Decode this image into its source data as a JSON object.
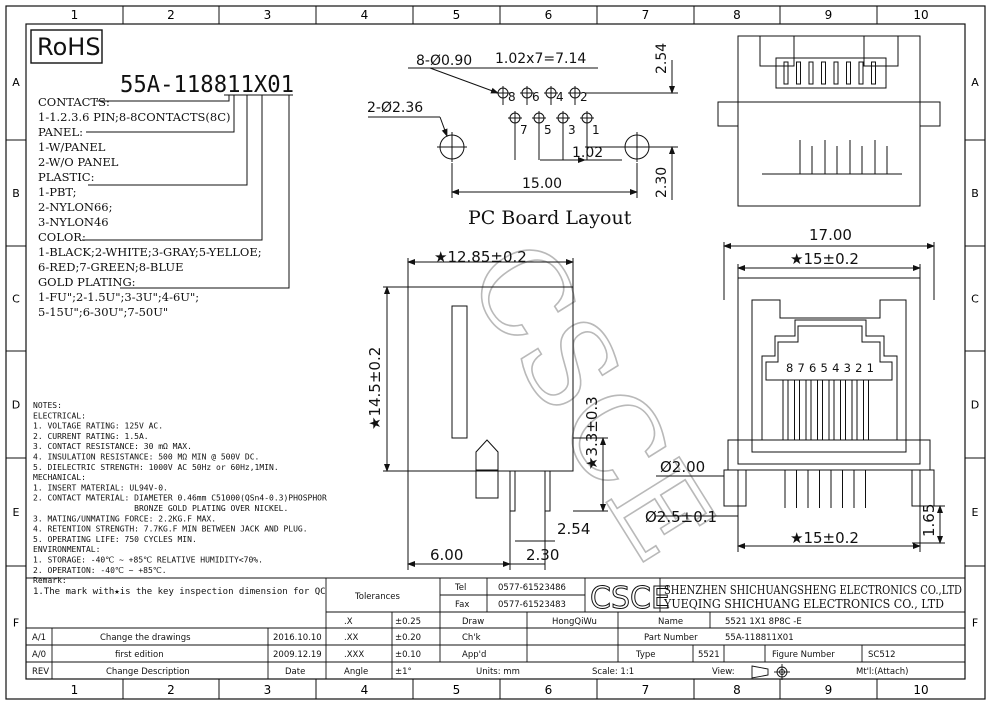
{
  "rohs": "RoHS",
  "part_code": "55A-118811X01",
  "code_legend": [
    {
      "heading": "CONTACTS:",
      "lines": [
        "1-1.2.3.6 PIN;8-8CONTACTS(8C)"
      ]
    },
    {
      "heading": "PANEL:",
      "lines": [
        "1-W/PANEL",
        "2-W/O PANEL"
      ]
    },
    {
      "heading": "PLASTIC:",
      "lines": [
        "1-PBT;",
        "2-NYLON66;",
        "3-NYLON46"
      ]
    },
    {
      "heading": "COLOR:",
      "lines": [
        "1-BLACK;2-WHITE;3-GRAY;5-YELLOE;",
        "6-RED;7-GREEN;8-BLUE"
      ]
    },
    {
      "heading": "GOLD PLATING:",
      "lines": [
        "1-FU\";2-1.5U\";3-3U\";4-6U\";",
        "5-15U\";6-30U\";7-50U\""
      ]
    }
  ],
  "notes": [
    "NOTES:",
    "ELECTRICAL:",
    "1. VOLTAGE RATING: 125V AC.",
    "2. CURRENT RATING: 1.5A.",
    "3. CONTACT RESISTANCE: 30 mΩ MAX.",
    "4. INSULATION RESISTANCE: 500 MΩ MIN @ 500V DC.",
    "5. DIELECTRIC STRENGTH: 1000V AC 50Hz or 60Hz,1MIN.",
    "MECHANICAL:",
    "1. INSERT MATERIAL: UL94V-0.",
    "2. CONTACT MATERIAL: DIAMETER 0.46mm C51000(QSn4-0.3)PHOSPHOR",
    "                     BRONZE GOLD PLATING OVER NICKEL.",
    "3. MATING/UNMATING FORCE: 2.2KG.F MAX.",
    "4. RETENTION STRENGTH: 7.7KG.F MIN BETWEEN JACK AND PLUG.",
    "5. OPERATING LIFE: 750 CYCLES MIN.",
    "ENVIRONMENTAL:",
    "1. STORAGE: -40℃ ~ +85℃ RELATIVE HUMIDITY<70%.",
    "2. OPERATION: -40℃ ~ +85℃.",
    "Remark:",
    "1.The mark with★is the key inspection dimension for QC"
  ],
  "layout_title": "PC Board Layout",
  "dims": {
    "holes_small": "8-Ø0.90",
    "pitch": "1.02x7=7.14",
    "holes_big": "2-Ø2.36",
    "offset_102": "1.02",
    "width_1500": "15.00",
    "h_254": "2.54",
    "h_230": "2.30",
    "side_width": "★12.85±0.2",
    "side_height": "★14.5±0.2",
    "side_33": "★3.3±0.3",
    "side_254": "2.54",
    "side_600": "6.00",
    "side_230": "2.30",
    "front_1700": "17.00",
    "front_15_top": "★15±0.2",
    "front_15_bot": "★15±0.2",
    "front_d200": "Ø2.00",
    "front_d25": "Ø2.5±0.1",
    "front_165": "1.65",
    "pin_numbers": "87654321"
  },
  "top_pin_labels": [
    "8",
    "6",
    "4",
    "2"
  ],
  "bottom_pin_labels": [
    "7",
    "5",
    "3",
    "1"
  ],
  "watermark": "CSCE",
  "grid_cols": [
    "1",
    "2",
    "3",
    "4",
    "5",
    "6",
    "7",
    "8",
    "9",
    "10"
  ],
  "grid_rows": [
    "A",
    "B",
    "C",
    "D",
    "E",
    "F"
  ],
  "title_block": {
    "tolerances": "Tolerances",
    "tol_rows": [
      {
        "k": ".X",
        "v": "±0.25"
      },
      {
        "k": ".XX",
        "v": "±0.20"
      },
      {
        "k": ".XXX",
        "v": "±0.10"
      },
      {
        "k": "Angle",
        "v": "±1°"
      }
    ],
    "tel_label": "Tel",
    "tel": "0577-61523486",
    "fax_label": "Fax",
    "fax": "0577-61523483",
    "logo": "CSCE",
    "company_1": "SHENZHEN SHICHUANGSHENG ELECTRONICS CO.,LTD",
    "company_2": "YUEQING SHICHUANG ELECTRONICS CO., LTD",
    "draw_label": "Draw",
    "draw_value": "HongQiWu",
    "chk_label": "Ch'k",
    "appd_label": "App'd",
    "units": "Units: mm",
    "scale": "Scale: 1:1",
    "view": "View:",
    "name_label": "Name",
    "name_value": "5521 1X1 8P8C -E",
    "part_label": "Part Number",
    "part_value": "55A-118811X01",
    "type_label": "Type",
    "type_value": "5521",
    "fig_label": "Figure Number",
    "fig_value": "SC512",
    "mt_label": "Mt'l:(Attach)",
    "rev_rows": [
      {
        "rev": "A/1",
        "desc": "Change the drawings",
        "date": "2016.10.10"
      },
      {
        "rev": "A/0",
        "desc": "first edition",
        "date": "2009.12.19"
      }
    ],
    "rev_header": {
      "rev": "REV",
      "desc": "Change Description",
      "date": "Date"
    }
  }
}
